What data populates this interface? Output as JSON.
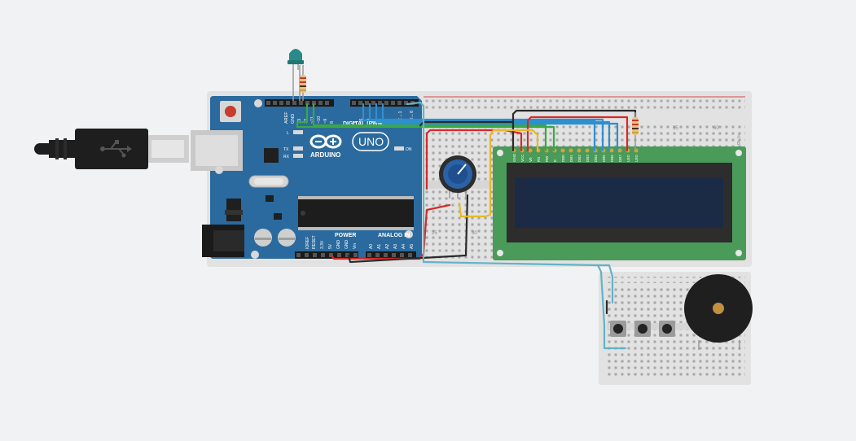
{
  "arduino": {
    "brand": "ARDUINO",
    "model": "UNO",
    "digital_header": "DIGITAL (PWM~)",
    "on_label": "ON",
    "power_header": "POWER",
    "analog_header": "ANALOG IN",
    "led_l": "L",
    "led_tx": "TX",
    "led_rx": "RX",
    "top_pins": [
      "AREF",
      "GND",
      "13",
      "12",
      "~11",
      "~10",
      "~9",
      "8",
      "7",
      "~6",
      "~5",
      "4",
      "~3",
      "2",
      "TX→1",
      "RX←0"
    ],
    "power_pins": [
      "IOREF",
      "RESET",
      "3.3V",
      "5V",
      "GND",
      "GND",
      "Vin"
    ],
    "analog_pins": [
      "A0",
      "A1",
      "A2",
      "A3",
      "A4",
      "A5"
    ]
  },
  "breadboard": {
    "col_labels": [
      "55",
      "60"
    ],
    "row_labels": [
      "A",
      "B"
    ],
    "bottom_labels": [
      "25",
      "30"
    ]
  },
  "lcd": {
    "pin_labels": [
      "GND",
      "VCC",
      "V0",
      "RS",
      "RW",
      "E",
      "DB0",
      "DB1",
      "DB2",
      "DB3",
      "DB4",
      "DB5",
      "DB6",
      "DB7",
      "LED",
      "LED"
    ]
  },
  "colors": {
    "background": "#f1f2f3",
    "arduino_board": "#2b6a9e",
    "breadboard": "#e2e2e2",
    "lcd_pcb": "#4a9a5a",
    "lcd_screen": "#1c2b45",
    "wire_green": "#3aa843",
    "wire_blue": "#2f8fcf",
    "wire_red": "#d42a2a",
    "wire_black": "#2a2a2a",
    "wire_yellow": "#e7b92a",
    "wire_cyan": "#62b3c8",
    "led_cap": "#2a8a8a",
    "potentiometer": "#2a62a8",
    "buzzer": "#1f1f1f"
  }
}
